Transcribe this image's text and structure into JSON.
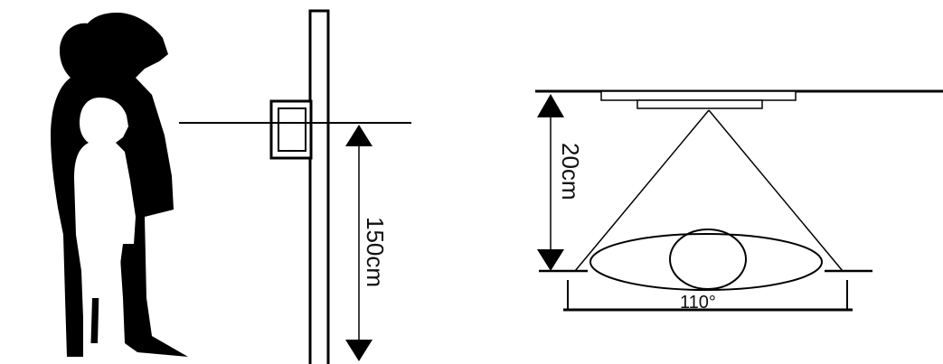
{
  "installation_height": {
    "value_label": "150cm"
  },
  "viewing_angle": {
    "distance_label": "20cm",
    "angle_label": "110°"
  },
  "colors": {
    "ink": "#000000",
    "background": "#ffffff"
  }
}
